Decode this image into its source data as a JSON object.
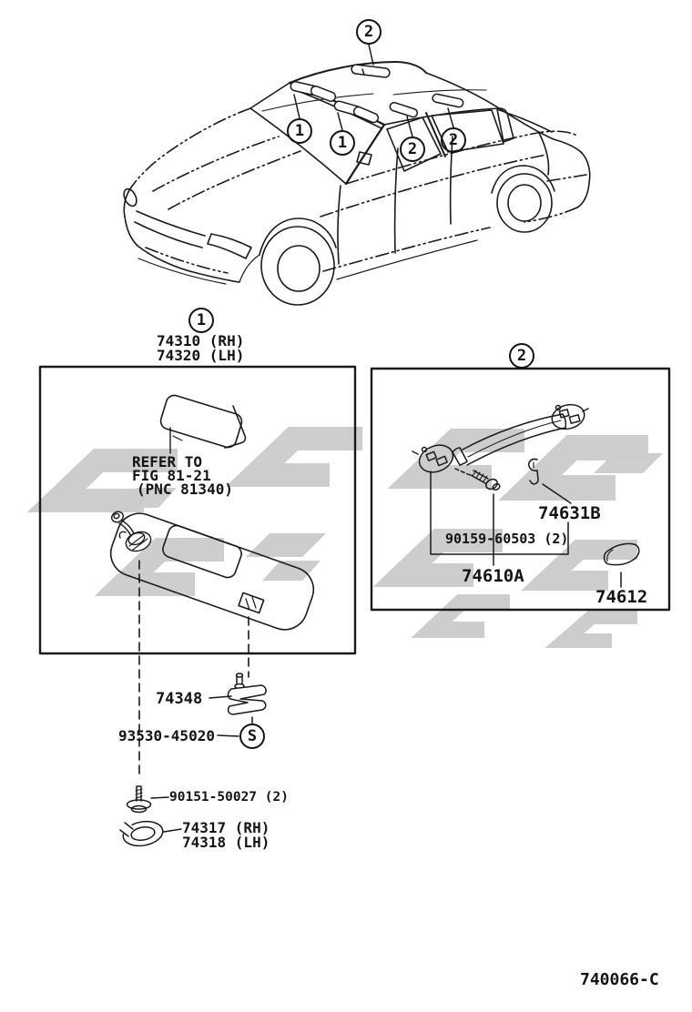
{
  "page": {
    "footer_code": "740066-C",
    "line_color": "#1a1a1a",
    "watermark_color": "#c9c9c9",
    "background": "#ffffff"
  },
  "callouts": {
    "visor_group": "1",
    "grip_group": "2",
    "screw_marker": "S"
  },
  "visor_box": {
    "part_no_rh": "74310 (RH)",
    "part_no_lh": "74320 (LH)",
    "refer_note_line1": "REFER TO",
    "refer_note_line2": "FIG 81-21",
    "refer_note_line3": "(PNC 81340)"
  },
  "visor_parts": {
    "holder": "74348",
    "screw_set": "93530-45020",
    "screw": "90151-50027 (2)",
    "hook_rh": "74317 (RH)",
    "hook_lh": "74318 (LH)"
  },
  "grip_box": {
    "bracket": "74631B",
    "screw": "90159-60503 (2)",
    "grip": "74610A",
    "cover": "74612"
  }
}
